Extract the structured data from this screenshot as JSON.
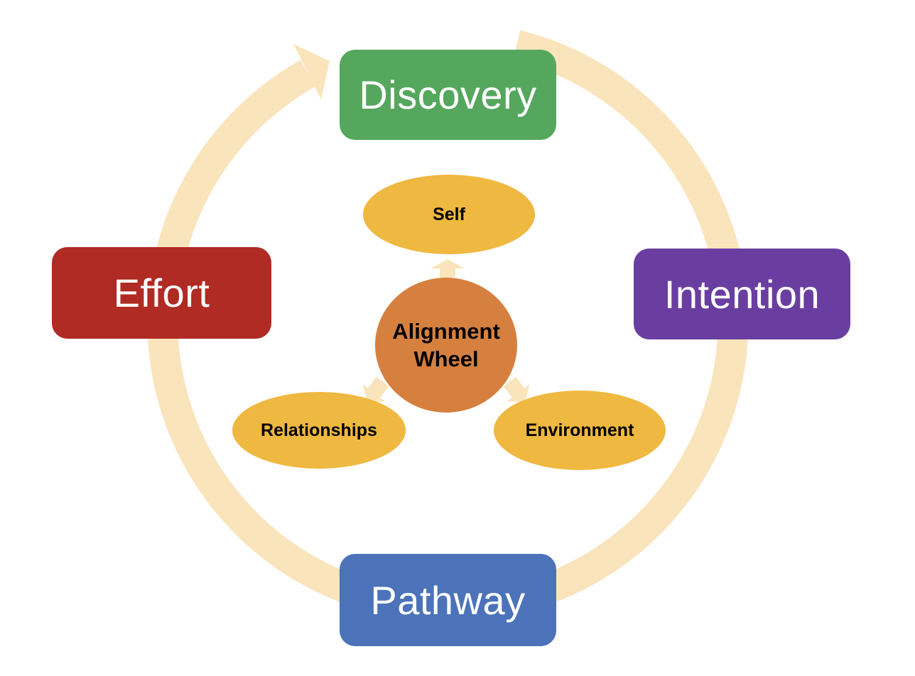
{
  "title": "Alignment Wheel",
  "diagram": {
    "type": "cycle-with-radial-hub",
    "cycle_nodes": [
      {
        "id": "discovery",
        "label": "Discovery",
        "position": "top",
        "color": "#56A75E"
      },
      {
        "id": "intention",
        "label": "Intention",
        "position": "right",
        "color": "#6A3EA1"
      },
      {
        "id": "pathway",
        "label": "Pathway",
        "position": "bottom",
        "color": "#4C73B9"
      },
      {
        "id": "effort",
        "label": "Effort",
        "position": "left",
        "color": "#B02B23"
      }
    ],
    "cycle_direction": "clockwise",
    "hub": {
      "label": "Alignment Wheel",
      "color": "#D6803F"
    },
    "spokes": [
      {
        "id": "self",
        "label": "Self",
        "position": "top",
        "color": "#EFB840"
      },
      {
        "id": "relationships",
        "label": "Relationships",
        "position": "bottom-left",
        "color": "#EFB840"
      },
      {
        "id": "environment",
        "label": "Environment",
        "position": "bottom-right",
        "color": "#EFB840"
      }
    ]
  },
  "colors": {
    "background": "#FFFFFF",
    "cycle_arrow": "#FAE4BC",
    "discovery": "#56A75E",
    "intention": "#6A3EA1",
    "pathway": "#4C73B9",
    "effort": "#B02B23",
    "hub": "#D6803F",
    "spoke": "#EFB840",
    "box_text": "#FFFFFF",
    "node_text": "#000000"
  }
}
